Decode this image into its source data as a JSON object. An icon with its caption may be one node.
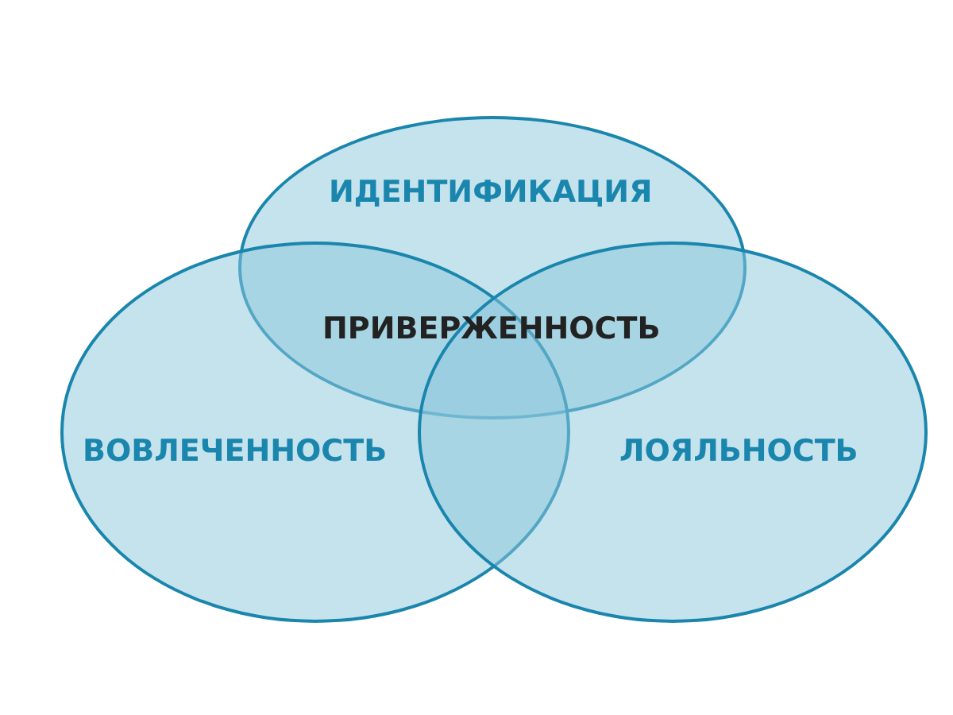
{
  "diagram": {
    "nodes": [
      {
        "text": [
          "ИДЕНТИФИКАЦИЯ"
        ]
      },
      {
        "text": [
          "ВОВЛЕЧЕННОСТЬ"
        ]
      },
      {
        "text": [
          "ЛОЯЛЬНОСТЬ"
        ]
      }
    ],
    "edges": [],
    "labels": [
      "ПРИВЕРЖЕННОСТЬ"
    ]
  }
}
